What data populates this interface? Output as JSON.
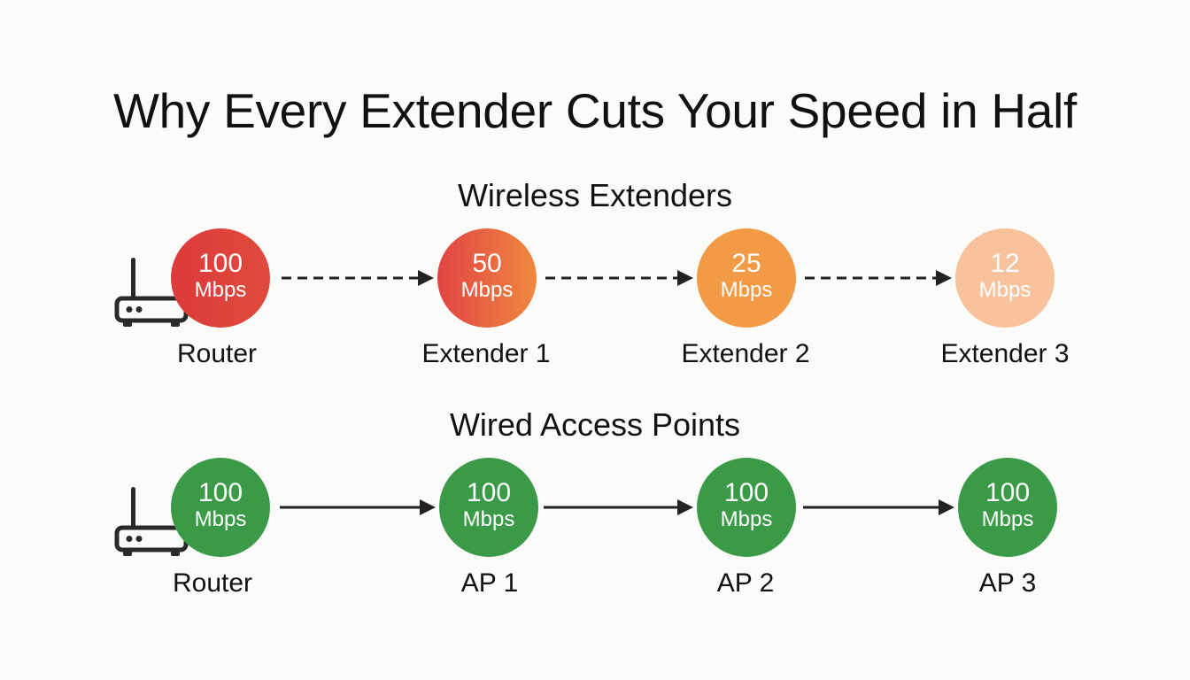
{
  "title": "Why Every Extender Cuts Your Speed in Half",
  "wireless": {
    "title": "Wireless Extenders",
    "nodes": [
      {
        "value": "100",
        "unit": "Mbps",
        "label": "Router",
        "color": "#dc3b3b",
        "color2": "#e04a3d"
      },
      {
        "value": "50",
        "unit": "Mbps",
        "label": "Extender 1",
        "color": "#e04444",
        "color2": "#f0883f"
      },
      {
        "value": "25",
        "unit": "Mbps",
        "label": "Extender 2",
        "color": "#f29a45",
        "color2": "#f29a45"
      },
      {
        "value": "12",
        "unit": "Mbps",
        "label": "Extender 3",
        "color": "#f8c29c",
        "color2": "#f8c29c"
      }
    ],
    "arrow_style": "dashed"
  },
  "wired": {
    "title": "Wired Access Points",
    "nodes": [
      {
        "value": "100",
        "unit": "Mbps",
        "label": "Router",
        "color": "#3a9a48",
        "color2": "#3a9a48"
      },
      {
        "value": "100",
        "unit": "Mbps",
        "label": "AP 1",
        "color": "#3a9a48",
        "color2": "#3a9a48"
      },
      {
        "value": "100",
        "unit": "Mbps",
        "label": "AP 2",
        "color": "#3a9a48",
        "color2": "#3a9a48"
      },
      {
        "value": "100",
        "unit": "Mbps",
        "label": "AP 3",
        "color": "#3a9a48",
        "color2": "#3a9a48"
      }
    ],
    "arrow_style": "solid"
  },
  "icons": {
    "router": "router-icon",
    "arrow": "arrow-right-icon"
  },
  "colors": {
    "arrow": "#222222",
    "icon": "#2a2a2a"
  }
}
